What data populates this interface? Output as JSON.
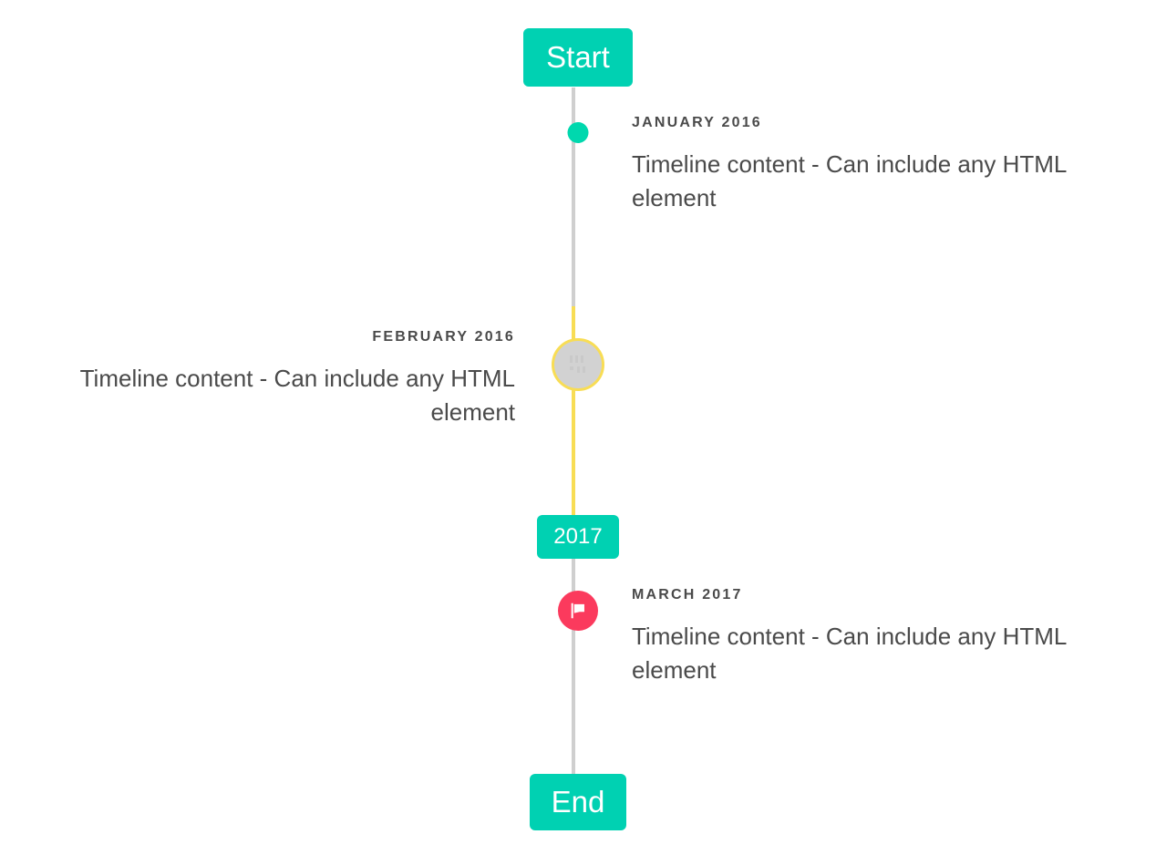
{
  "timeline": {
    "start_label": "Start",
    "end_label": "End",
    "year_divider_label": "2017",
    "colors": {
      "accent_teal": "#00d1b2",
      "marker_teal": "#00d8ae",
      "line_gray": "#cfcfcf",
      "line_yellow": "#f8dd55",
      "marker_pink": "#fb3a5d",
      "marker_gray_fill": "#d2d2d2",
      "text_gray": "#4a4a4a"
    },
    "entries": [
      {
        "date": "January 2016",
        "content": "Timeline content - Can include any HTML element",
        "side": "right",
        "marker": "dot-icon"
      },
      {
        "date": "February 2016",
        "content": "Timeline content - Can include any HTML element",
        "side": "left",
        "marker": "broken-image-icon"
      },
      {
        "date": "March 2017",
        "content": "Timeline content - Can include any HTML element",
        "side": "right",
        "marker": "flag-icon"
      }
    ]
  }
}
